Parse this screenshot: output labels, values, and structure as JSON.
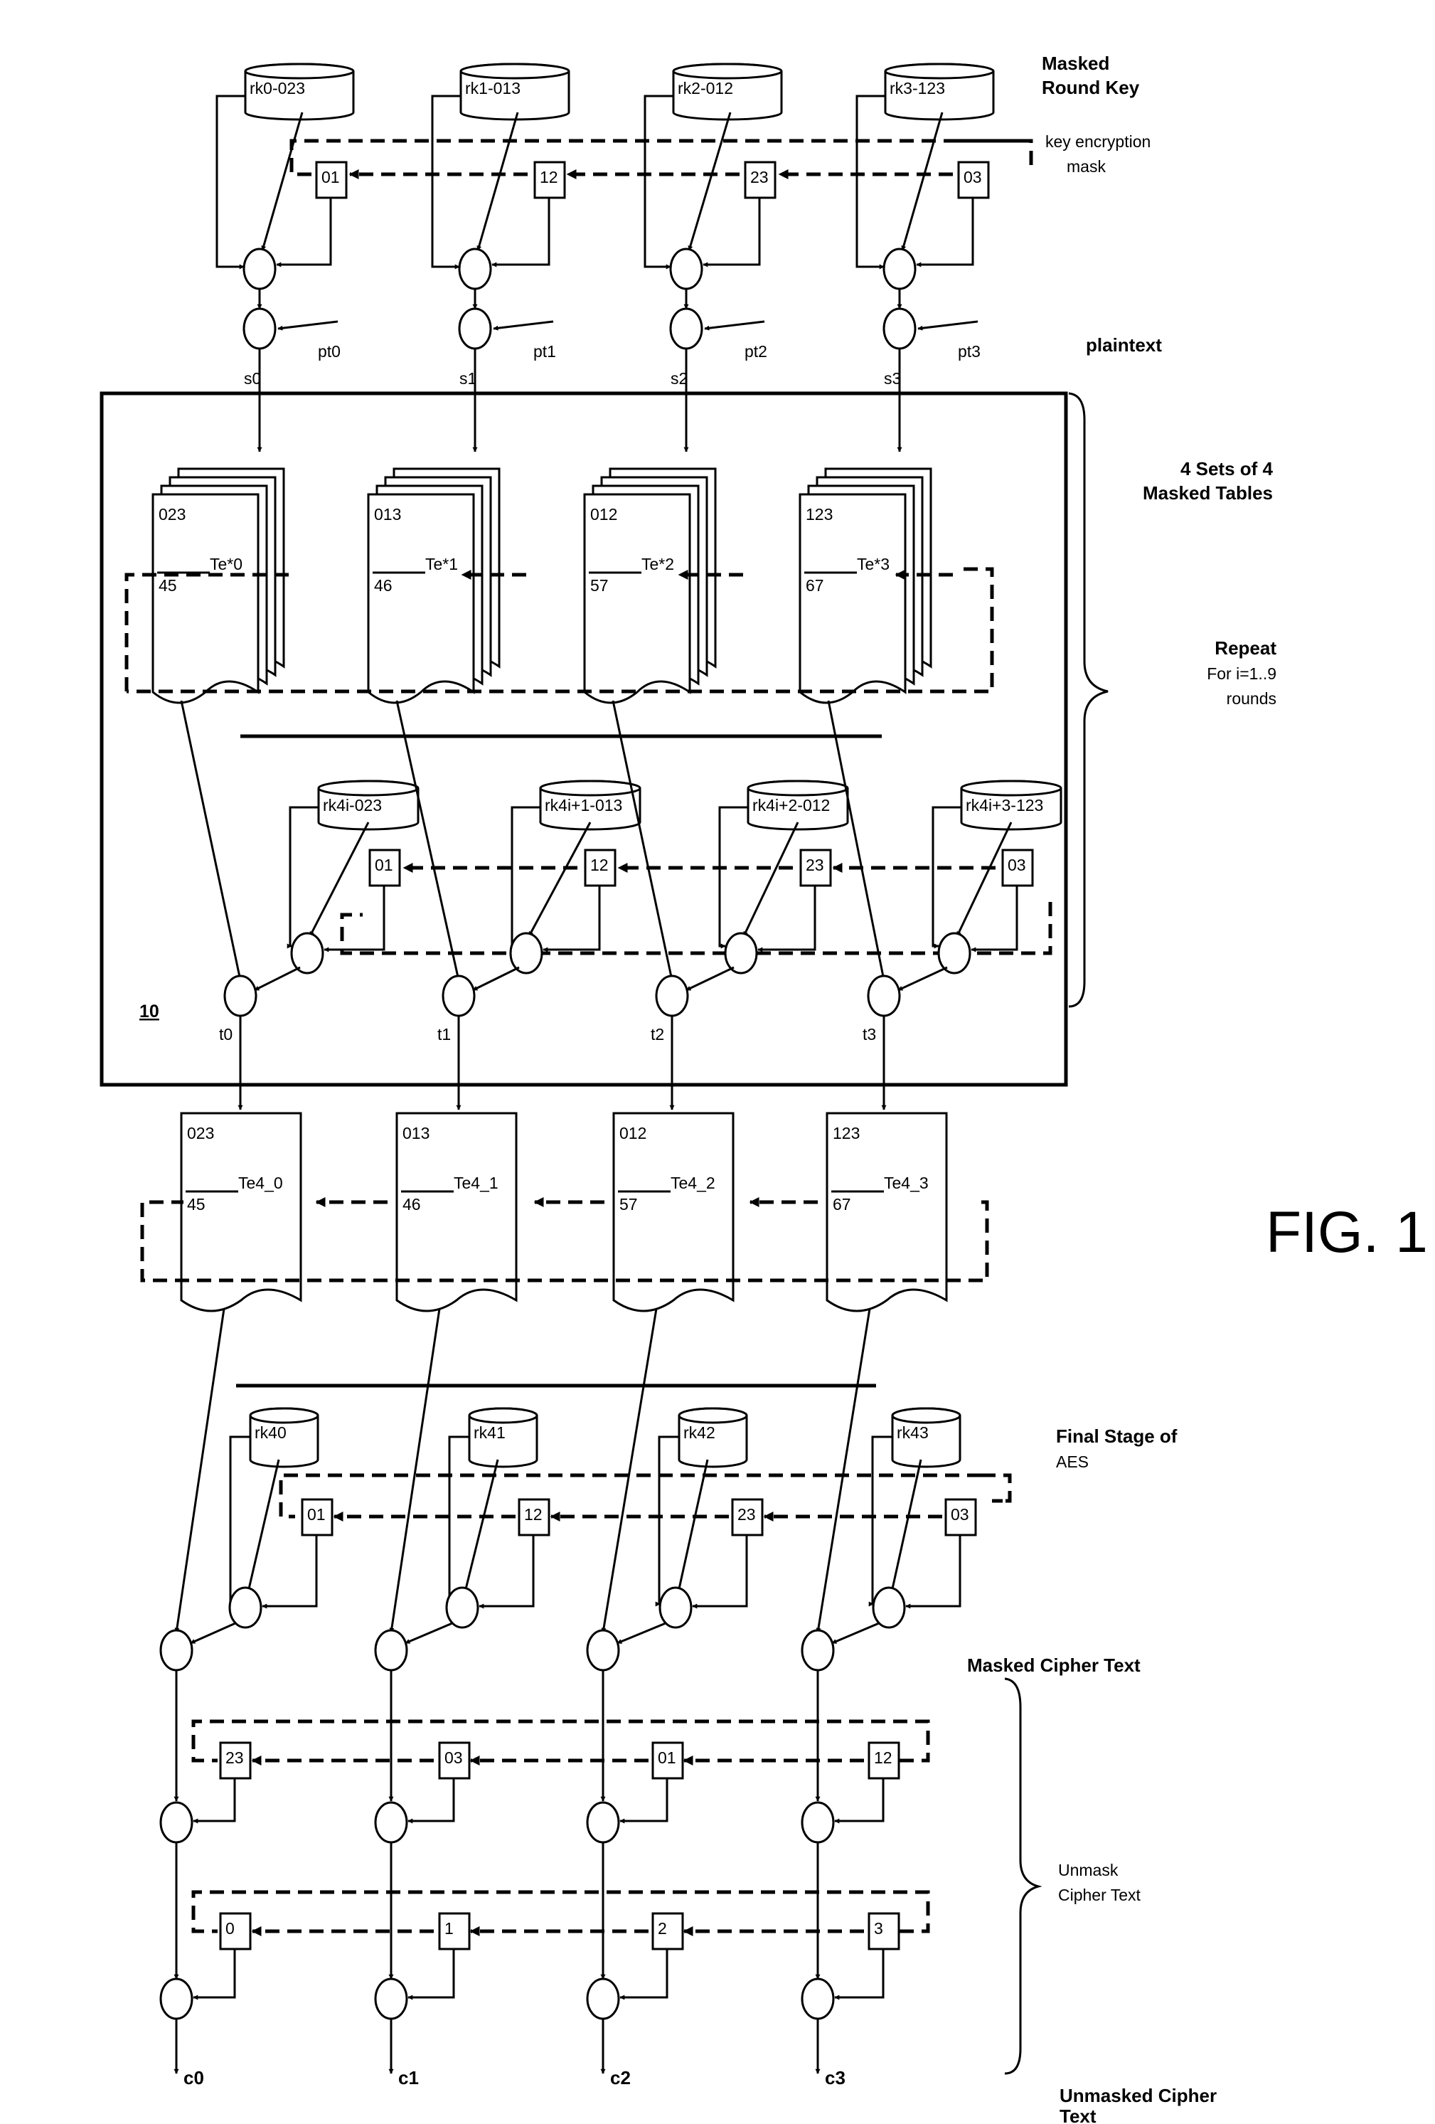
{
  "figure_label": "FIG. 1",
  "box_ref": "10",
  "annotations": {
    "masked_round_key": [
      "Masked",
      "Round Key"
    ],
    "key_encryption_mask": [
      "key encryption",
      "mask"
    ],
    "plaintext": "plaintext",
    "sets_of_tables": [
      "4 Sets of 4",
      "Masked Tables"
    ],
    "repeat": [
      "Repeat",
      "For i=1..9",
      "rounds"
    ],
    "final_stage": [
      "Final Stage of",
      "AES"
    ],
    "masked_cipher_text": "Masked Cipher Text",
    "unmask_cipher_text": [
      "Unmask",
      "Cipher Text"
    ],
    "unmasked_cipher_text": [
      "Unmasked Cipher",
      "Text"
    ]
  },
  "columns": [
    {
      "round_key": "rk0-023",
      "key_mask": "01",
      "plaintext": "pt0",
      "state": "s0",
      "te_mask_in": "023",
      "te_mask_out": "45",
      "te_name": "Te*0",
      "loop_key": "rk4i-023",
      "loop_mask": "01",
      "t": "t0",
      "te4_mask_in": "023",
      "te4_mask_out": "45",
      "te4_name": "Te4_0",
      "final_key": "rk40",
      "final_mask": "01",
      "unmask1": "23",
      "unmask2": "0",
      "cipher": "c0"
    },
    {
      "round_key": "rk1-013",
      "key_mask": "12",
      "plaintext": "pt1",
      "state": "s1",
      "te_mask_in": "013",
      "te_mask_out": "46",
      "te_name": "Te*1",
      "loop_key": "rk4i+1-013",
      "loop_mask": "12",
      "t": "t1",
      "te4_mask_in": "013",
      "te4_mask_out": "46",
      "te4_name": "Te4_1",
      "final_key": "rk41",
      "final_mask": "12",
      "unmask1": "03",
      "unmask2": "1",
      "cipher": "c1"
    },
    {
      "round_key": "rk2-012",
      "key_mask": "23",
      "plaintext": "pt2",
      "state": "s2",
      "te_mask_in": "012",
      "te_mask_out": "57",
      "te_name": "Te*2",
      "loop_key": "rk4i+2-012",
      "loop_mask": "23",
      "t": "t2",
      "te4_mask_in": "012",
      "te4_mask_out": "57",
      "te4_name": "Te4_2",
      "final_key": "rk42",
      "final_mask": "23",
      "unmask1": "01",
      "unmask2": "2",
      "cipher": "c2"
    },
    {
      "round_key": "rk3-123",
      "key_mask": "03",
      "plaintext": "pt3",
      "state": "s3",
      "te_mask_in": "123",
      "te_mask_out": "67",
      "te_name": "Te*3",
      "loop_key": "rk4i+3-123",
      "loop_mask": "03",
      "t": "t3",
      "te4_mask_in": "123",
      "te4_mask_out": "67",
      "te4_name": "Te4_3",
      "final_key": "rk43",
      "final_mask": "03",
      "unmask1": "12",
      "unmask2": "3",
      "cipher": "c3"
    }
  ]
}
